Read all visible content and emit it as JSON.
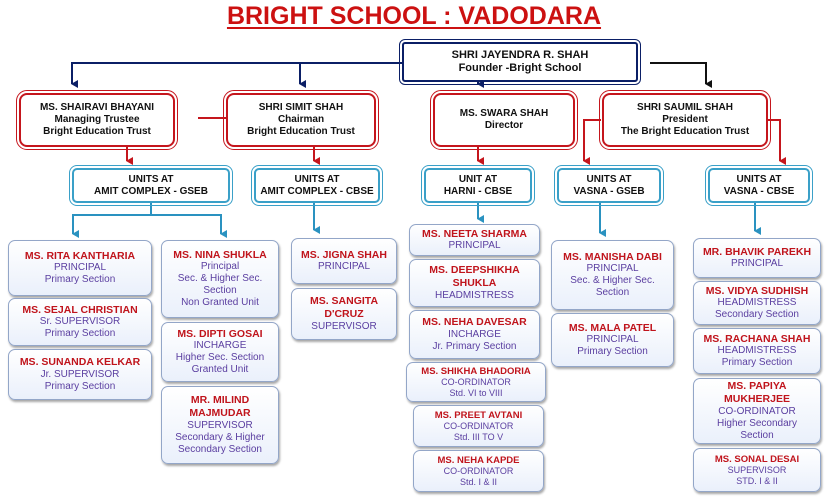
{
  "title": "BRIGHT SCHOOL : VADODARA",
  "colors": {
    "title": "#cc1111",
    "founder_border": "#0b1f66",
    "trustee_border": "#c5161d",
    "unit_border": "#3aa0c8",
    "name": "#c0141c",
    "role": "#5a3ea0"
  },
  "founder": {
    "name": "SHRI JAYENDRA R. SHAH",
    "role": "Founder -Bright School"
  },
  "trustees": [
    {
      "name": "MS. SHAIRAVI BHAYANI",
      "role": "Managing Trustee",
      "org": "Bright Education Trust"
    },
    {
      "name": "SHRI SIMIT SHAH",
      "role": "Chairman",
      "org": "Bright Education Trust"
    },
    {
      "name": "MS. SWARA SHAH",
      "role": "Director",
      "org": ""
    },
    {
      "name": "SHRI SAUMIL SHAH",
      "role": "President",
      "org": "The Bright Education Trust"
    }
  ],
  "units": [
    {
      "line1": "UNITS AT",
      "line2": "AMIT COMPLEX - GSEB"
    },
    {
      "line1": "UNITS AT",
      "line2": "AMIT COMPLEX - CBSE"
    },
    {
      "line1": "UNIT AT",
      "line2": "HARNI - CBSE"
    },
    {
      "line1": "UNITS AT",
      "line2": "VASNA - GSEB"
    },
    {
      "line1": "UNITS AT",
      "line2": "VASNA - CBSE"
    }
  ],
  "staff": {
    "gseb_col1": [
      {
        "name": "MS. RITA KANTHARIA",
        "role": "PRINCIPAL",
        "detail": "Primary Section"
      },
      {
        "name": "MS. SEJAL CHRISTIAN",
        "role": "Sr. SUPERVISOR",
        "detail": "Primary Section"
      },
      {
        "name": "MS. SUNANDA KELKAR",
        "role": "Jr. SUPERVISOR",
        "detail": "Primary Section"
      }
    ],
    "gseb_col2": [
      {
        "name": "MS. NINA SHUKLA",
        "role": "Principal",
        "detail": "Sec. & Higher Sec. Section",
        "detail2": "Non Granted Unit"
      },
      {
        "name": "MS. DIPTI GOSAI",
        "role": "INCHARGE",
        "detail": "Higher Sec. Section",
        "detail2": "Granted Unit"
      },
      {
        "name": "MR. MILIND MAJMUDAR",
        "role": "SUPERVISOR",
        "detail": "Secondary & Higher",
        "detail2": "Secondary Section"
      }
    ],
    "amit_cbse": [
      {
        "name": "MS. JIGNA SHAH",
        "role": "PRINCIPAL"
      },
      {
        "name": "MS. SANGITA D'CRUZ",
        "role": "SUPERVISOR"
      }
    ],
    "harni": [
      {
        "name": "MS. NEETA SHARMA",
        "role": "PRINCIPAL"
      },
      {
        "name": "MS. DEEPSHIKHA SHUKLA",
        "role": "HEADMISTRESS"
      },
      {
        "name": "MS. NEHA DAVESAR",
        "role": "INCHARGE",
        "detail": "Jr. Primary Section"
      },
      {
        "name": "MS. SHIKHA BHADORIA",
        "role": "CO-ORDINATOR",
        "detail": "Std. VI to VIII"
      },
      {
        "name": "MS. PREET AVTANI",
        "role": "CO-ORDINATOR",
        "detail": "Std. III TO V"
      },
      {
        "name": "MS. NEHA KAPDE",
        "role": "CO-ORDINATOR",
        "detail": "Std. I & II"
      }
    ],
    "vasna_gseb": [
      {
        "name": "MS. MANISHA DABI",
        "role": "PRINCIPAL",
        "detail": "Sec. & Higher Sec.",
        "detail2": "Section"
      },
      {
        "name": "MS. MALA PATEL",
        "role": "PRINCIPAL",
        "detail": "Primary Section"
      }
    ],
    "vasna_cbse": [
      {
        "name": "MR. BHAVIK PAREKH",
        "role": "PRINCIPAL"
      },
      {
        "name": "MS. VIDYA SUDHISH",
        "role": "HEADMISTRESS",
        "detail": "Secondary Section"
      },
      {
        "name": "MS. RACHANA SHAH",
        "role": "HEADMISTRESS",
        "detail": "Primary Section"
      },
      {
        "name": "MS. PAPIYA MUKHERJEE",
        "role": "CO-ORDINATOR",
        "detail": "Higher Secondary",
        "detail2": "Section"
      },
      {
        "name": "MS. SONAL DESAI",
        "role": "SUPERVISOR",
        "detail": "STD. I & II"
      }
    ]
  }
}
